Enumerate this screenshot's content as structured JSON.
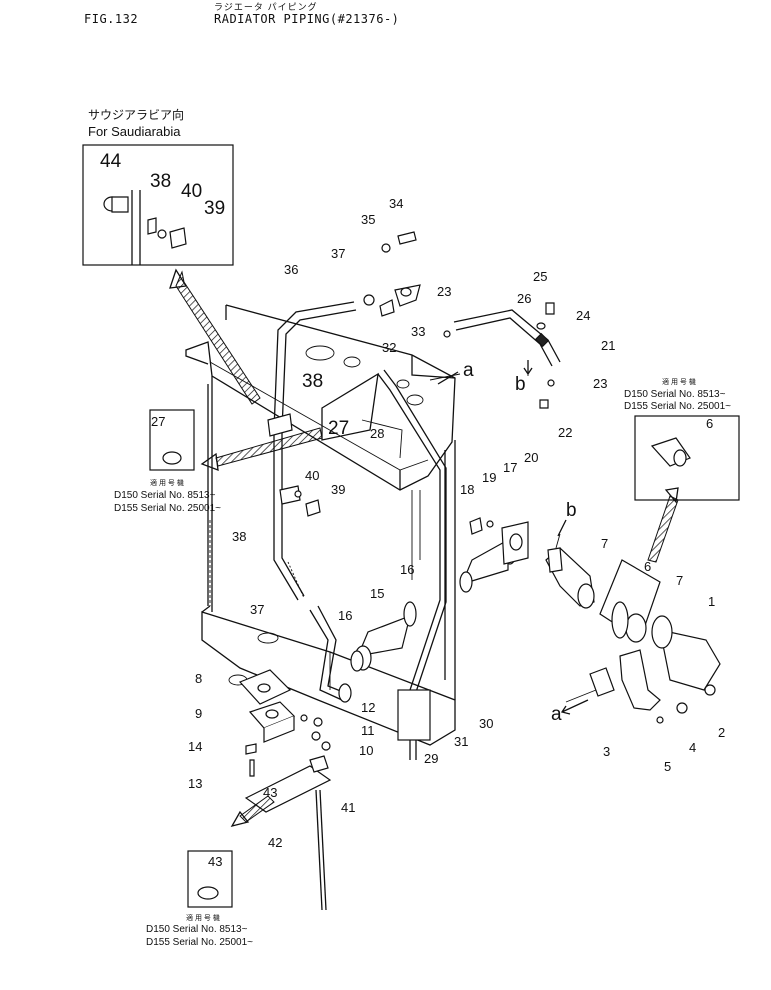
{
  "header": {
    "fig_no": "FIG.132",
    "title_jp": "ラジエータ パイピング",
    "title": "RADIATOR PIPING(#21376-)"
  },
  "saudi_note": {
    "jp": "サウジアラビア向",
    "en": "For Saudiarabia"
  },
  "applicability_blocks": [
    {
      "head": "適 用 号 機",
      "line1": "D150 Serial No. 8513~",
      "line2": "D155 Serial No. 25001~"
    },
    {
      "head": "適 用 号 機",
      "line1": "D150 Serial No. 8513~",
      "line2": "D155 Serial No. 25001~"
    },
    {
      "head": "適 用 号 機",
      "line1": "D150 Serial No. 8513~",
      "line2": "D155 Serial No. 25001~"
    }
  ],
  "part_numbers": [
    "1",
    "2",
    "3",
    "4",
    "5",
    "6",
    "7",
    "8",
    "9",
    "10",
    "11",
    "12",
    "13",
    "14",
    "15",
    "16",
    "17",
    "18",
    "19",
    "20",
    "21",
    "22",
    "23",
    "24",
    "25",
    "26",
    "27",
    "28",
    "29",
    "30",
    "31",
    "32",
    "33",
    "34",
    "35",
    "36",
    "37",
    "38",
    "39",
    "40",
    "41",
    "42",
    "43",
    "44"
  ],
  "callout_letters": [
    "a",
    "b"
  ]
}
